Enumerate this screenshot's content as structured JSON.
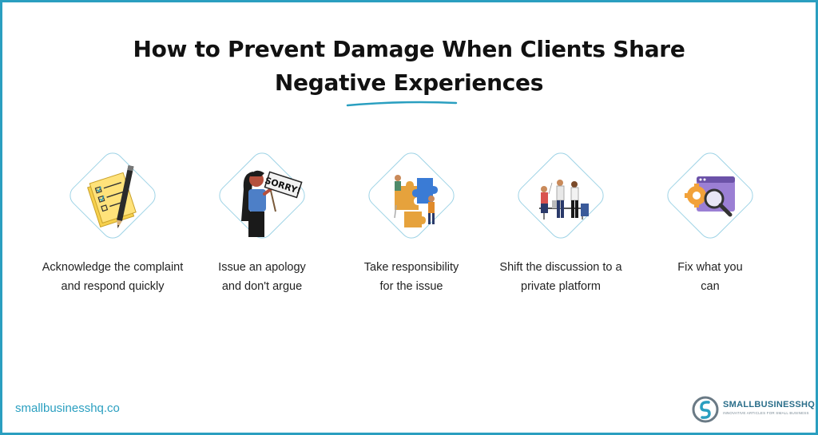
{
  "title": {
    "line1": "How to Prevent Damage When Clients Share",
    "line2": "Negative Experiences"
  },
  "steps": [
    {
      "line1": "Acknowledge the complaint",
      "line2": "and respond quickly",
      "icon": "checklist-notepad-pencil-icon"
    },
    {
      "line1": "Issue an apology",
      "line2": "and don't argue",
      "icon": "woman-holding-sorry-sign-icon",
      "sign_text": "SORRY!"
    },
    {
      "line1": "Take responsibility",
      "line2": "for the issue",
      "icon": "puzzle-teamwork-icon"
    },
    {
      "line1": "Shift the discussion to a",
      "line2": "private platform",
      "icon": "office-meeting-icon"
    },
    {
      "line1": "Fix what you",
      "line2": "can",
      "icon": "gear-magnifier-window-icon"
    }
  ],
  "footer": {
    "website": "smallbusinesshq.co",
    "logo_name": "SMALLBUSINESSHQ",
    "logo_tagline": "INNOVATIVE ARTICLES FOR SMALL BUSINESS"
  },
  "colors": {
    "frame": "#2a9fc0",
    "accent": "#2a9fc0",
    "text": "#111111"
  }
}
